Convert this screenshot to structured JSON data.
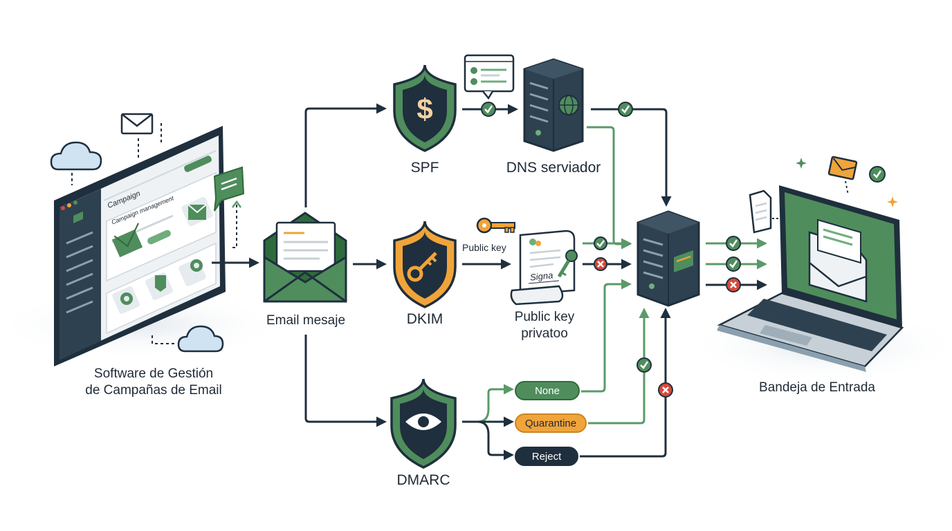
{
  "colors": {
    "navy": "#1f2f3d",
    "green": "#4f8d5d",
    "light_green": "#7fb08a",
    "orange": "#f0a43a",
    "red": "#d64a3c",
    "blue_cloud": "#cfe3f2"
  },
  "software": {
    "label_line1": "Software de Gestión",
    "label_line2": "de Campañas de Email",
    "panel_title": "Campaign",
    "panel_subtitle": "Campaign management"
  },
  "email_message": {
    "label": "Email mesaje"
  },
  "spf": {
    "label": "SPF",
    "icon": "dollar-shield-icon"
  },
  "dns": {
    "label": "DNS serviador",
    "icon": "server-globe-icon"
  },
  "dkim": {
    "label": "DKIM",
    "icon": "key-shield-icon",
    "key_label": "Public key"
  },
  "key_doc": {
    "label_line1": "Public key",
    "label_line2": "privatoo",
    "signature": "Signa"
  },
  "dmarc": {
    "label": "DMARC",
    "icon": "eye-shield-icon",
    "policies": [
      {
        "label": "None"
      },
      {
        "label": "Quarantine"
      },
      {
        "label": "Reject"
      }
    ]
  },
  "inbox": {
    "label": "Bandeja de Entrada"
  }
}
